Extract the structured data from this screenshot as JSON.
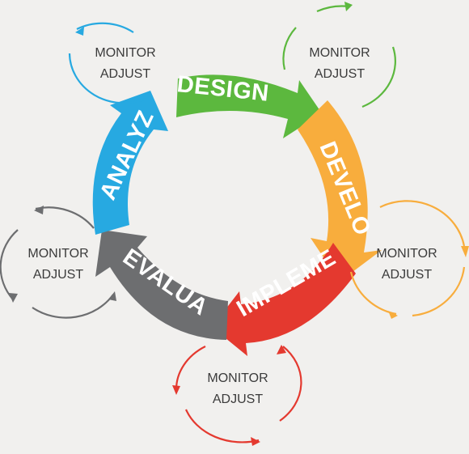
{
  "diagram": {
    "phases": [
      {
        "id": "design",
        "label": "DESIGN",
        "color": "#5cb83e"
      },
      {
        "id": "develop",
        "label": "DEVELOP",
        "color": "#f8ad3d"
      },
      {
        "id": "implement",
        "label": "IMPLEMENT",
        "color": "#e4392f"
      },
      {
        "id": "evaluate",
        "label": "EVALUATE",
        "color": "#6d6e70"
      },
      {
        "id": "analyze",
        "label": "ANALYZE",
        "color": "#27a9e1"
      }
    ],
    "loops": [
      {
        "id": "analyze",
        "line1": "MONITOR",
        "line2": "ADJUST",
        "color": "#27a9e1"
      },
      {
        "id": "design",
        "line1": "MONITOR",
        "line2": "ADJUST",
        "color": "#5cb83e"
      },
      {
        "id": "develop",
        "line1": "MONITOR",
        "line2": "ADJUST",
        "color": "#f8ad3d"
      },
      {
        "id": "implement",
        "line1": "MONITOR",
        "line2": "ADJUST",
        "color": "#e4392f"
      },
      {
        "id": "evaluate",
        "line1": "MONITOR",
        "line2": "ADJUST",
        "color": "#6d6e70"
      }
    ]
  }
}
